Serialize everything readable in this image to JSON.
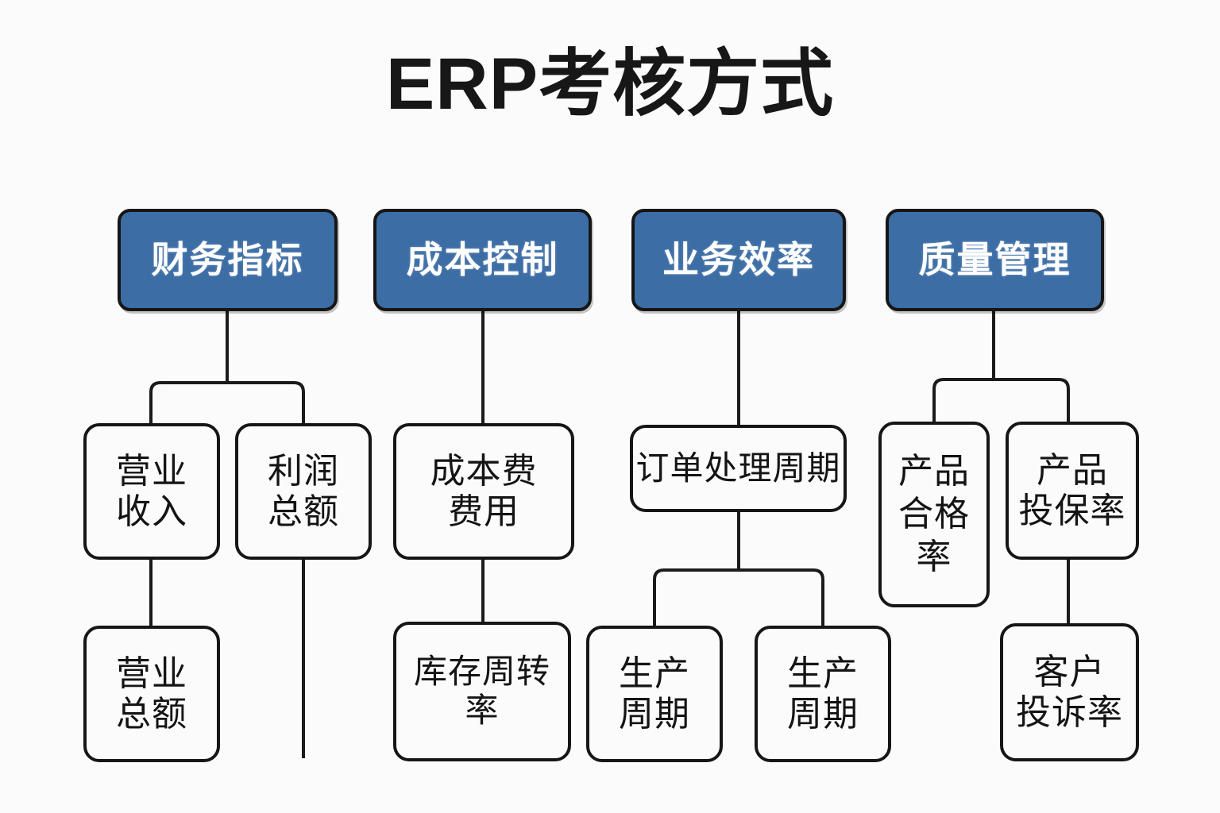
{
  "title": "ERP考核方式",
  "palette": {
    "category_fill": "#3c6da5",
    "category_text": "#ffffff",
    "leaf_fill": "#fbfbfb",
    "outline": "#161616",
    "background": "#fbfbfb",
    "title_text": "#171717"
  },
  "categories": [
    {
      "id": "finance",
      "label": "财务指标"
    },
    {
      "id": "cost",
      "label": "成本控制"
    },
    {
      "id": "efficiency",
      "label": "业务效率"
    },
    {
      "id": "quality",
      "label": "质量管理"
    }
  ],
  "leaves": [
    {
      "id": "operating-revenue",
      "label": "营业\n收入",
      "parent": "finance"
    },
    {
      "id": "total-profit",
      "label": "利润\n总额",
      "parent": "finance"
    },
    {
      "id": "operating-total",
      "label": "营业\n总额",
      "parent": "operating-revenue"
    },
    {
      "id": "cost-expense",
      "label": "成本费\n费用",
      "parent": "cost"
    },
    {
      "id": "inventory-turnover",
      "label": "库存周转\n率",
      "parent": "cost-expense"
    },
    {
      "id": "order-cycle",
      "label": "订单处理周期",
      "parent": "efficiency"
    },
    {
      "id": "production-cycle-1",
      "label": "生产\n周期",
      "parent": "order-cycle"
    },
    {
      "id": "production-cycle-2",
      "label": "生产\n周期",
      "parent": "order-cycle"
    },
    {
      "id": "product-pass-rate",
      "label": "产品\n合格\n率",
      "parent": "quality"
    },
    {
      "id": "product-insured-rate",
      "label": "产品\n投保率",
      "parent": "quality"
    },
    {
      "id": "customer-complaint",
      "label": "客户\n投诉率",
      "parent": "product-insured-rate"
    }
  ]
}
